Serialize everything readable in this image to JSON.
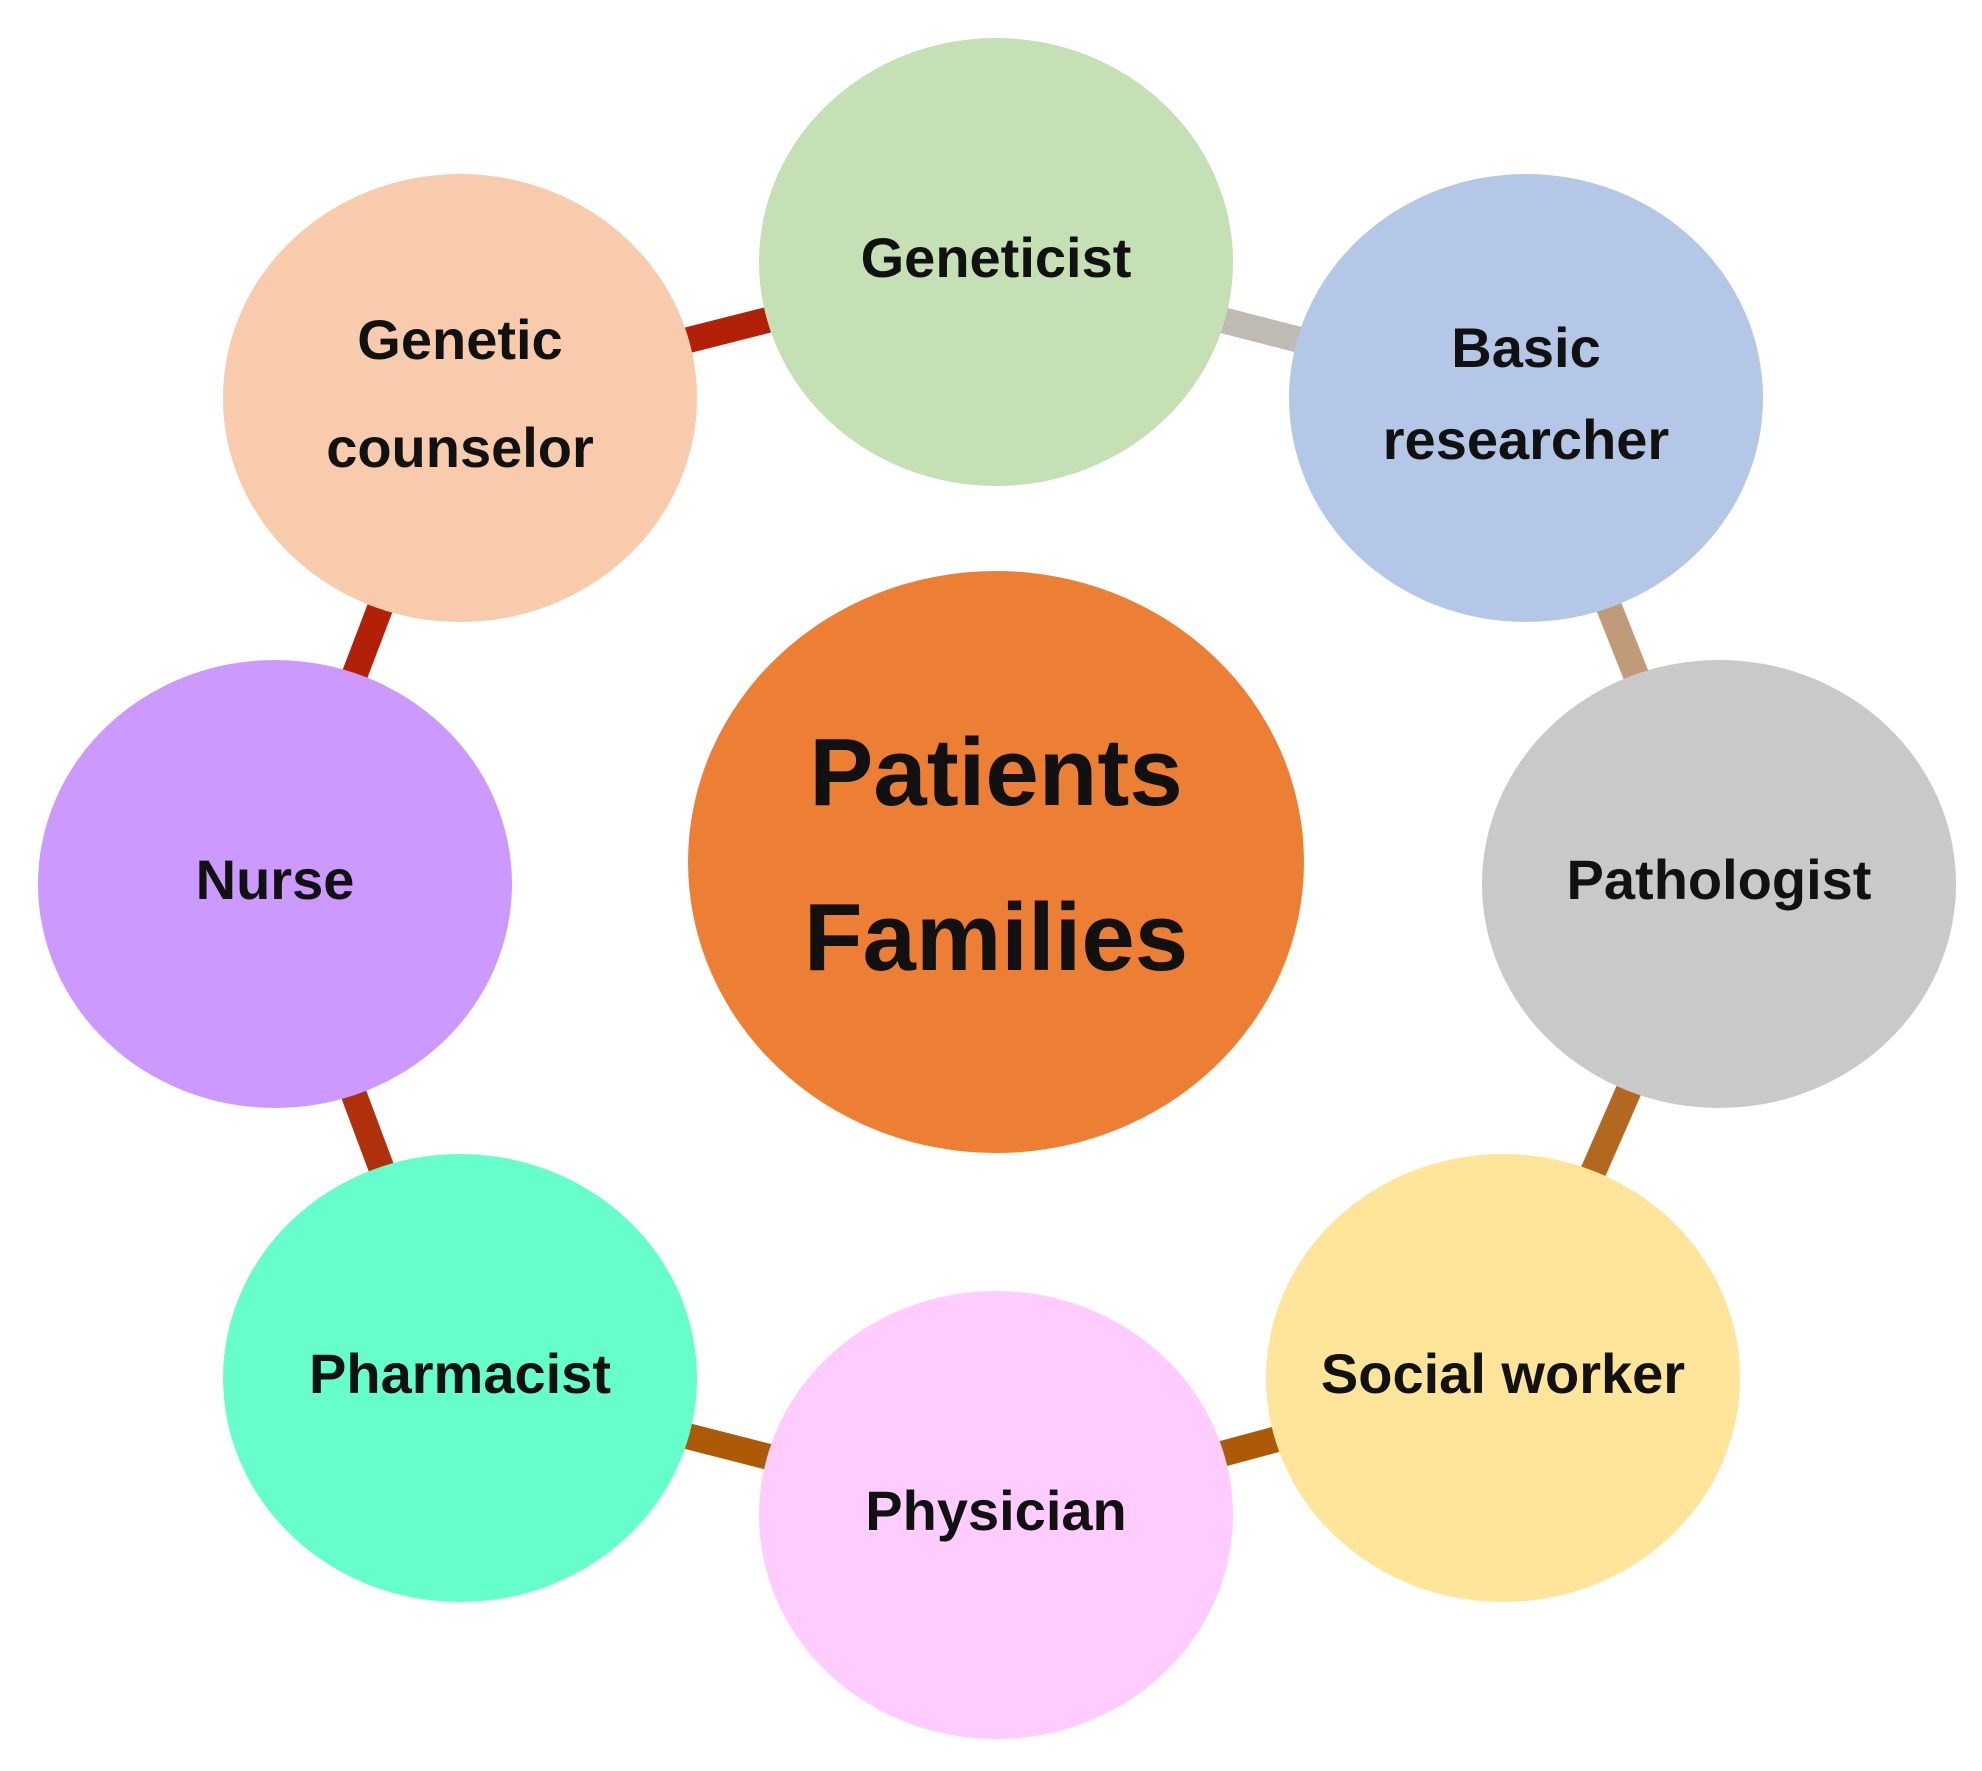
{
  "center": {
    "lines": [
      "Patients",
      "Families"
    ],
    "color": "#ED7F35"
  },
  "nodes": [
    {
      "id": "geneticist",
      "lines": [
        "Geneticist"
      ],
      "color": "#C5E0B4"
    },
    {
      "id": "basic-researcher",
      "lines": [
        "Basic",
        "researcher"
      ],
      "color": "#B4C7E7"
    },
    {
      "id": "pathologist",
      "lines": [
        "Pathologist"
      ],
      "color": "#C9C9C9"
    },
    {
      "id": "social-worker",
      "lines": [
        "Social worker"
      ],
      "color": "#FFE59A"
    },
    {
      "id": "physician",
      "lines": [
        "Physician"
      ],
      "color": "#FFCCFF"
    },
    {
      "id": "pharmacist",
      "lines": [
        "Pharmacist"
      ],
      "color": "#66FFCC"
    },
    {
      "id": "nurse",
      "lines": [
        "Nurse"
      ],
      "color": "#CC99FF"
    },
    {
      "id": "genetic-counselor",
      "lines": [
        "Genetic",
        "counselor"
      ],
      "color": "#F8CBAD"
    }
  ],
  "connectors": [
    {
      "from": "geneticist",
      "to": "basic-researcher",
      "color": "#BFBAB4"
    },
    {
      "from": "basic-researcher",
      "to": "pathologist",
      "color": "#C09B7A"
    },
    {
      "from": "pathologist",
      "to": "social-worker",
      "color": "#B3681F"
    },
    {
      "from": "social-worker",
      "to": "physician",
      "color": "#AD5A06"
    },
    {
      "from": "physician",
      "to": "pharmacist",
      "color": "#AD5A06"
    },
    {
      "from": "pharmacist",
      "to": "nurse",
      "color": "#B0300C"
    },
    {
      "from": "nurse",
      "to": "genetic-counselor",
      "color": "#B22008"
    },
    {
      "from": "genetic-counselor",
      "to": "geneticist",
      "color": "#B22008"
    }
  ]
}
